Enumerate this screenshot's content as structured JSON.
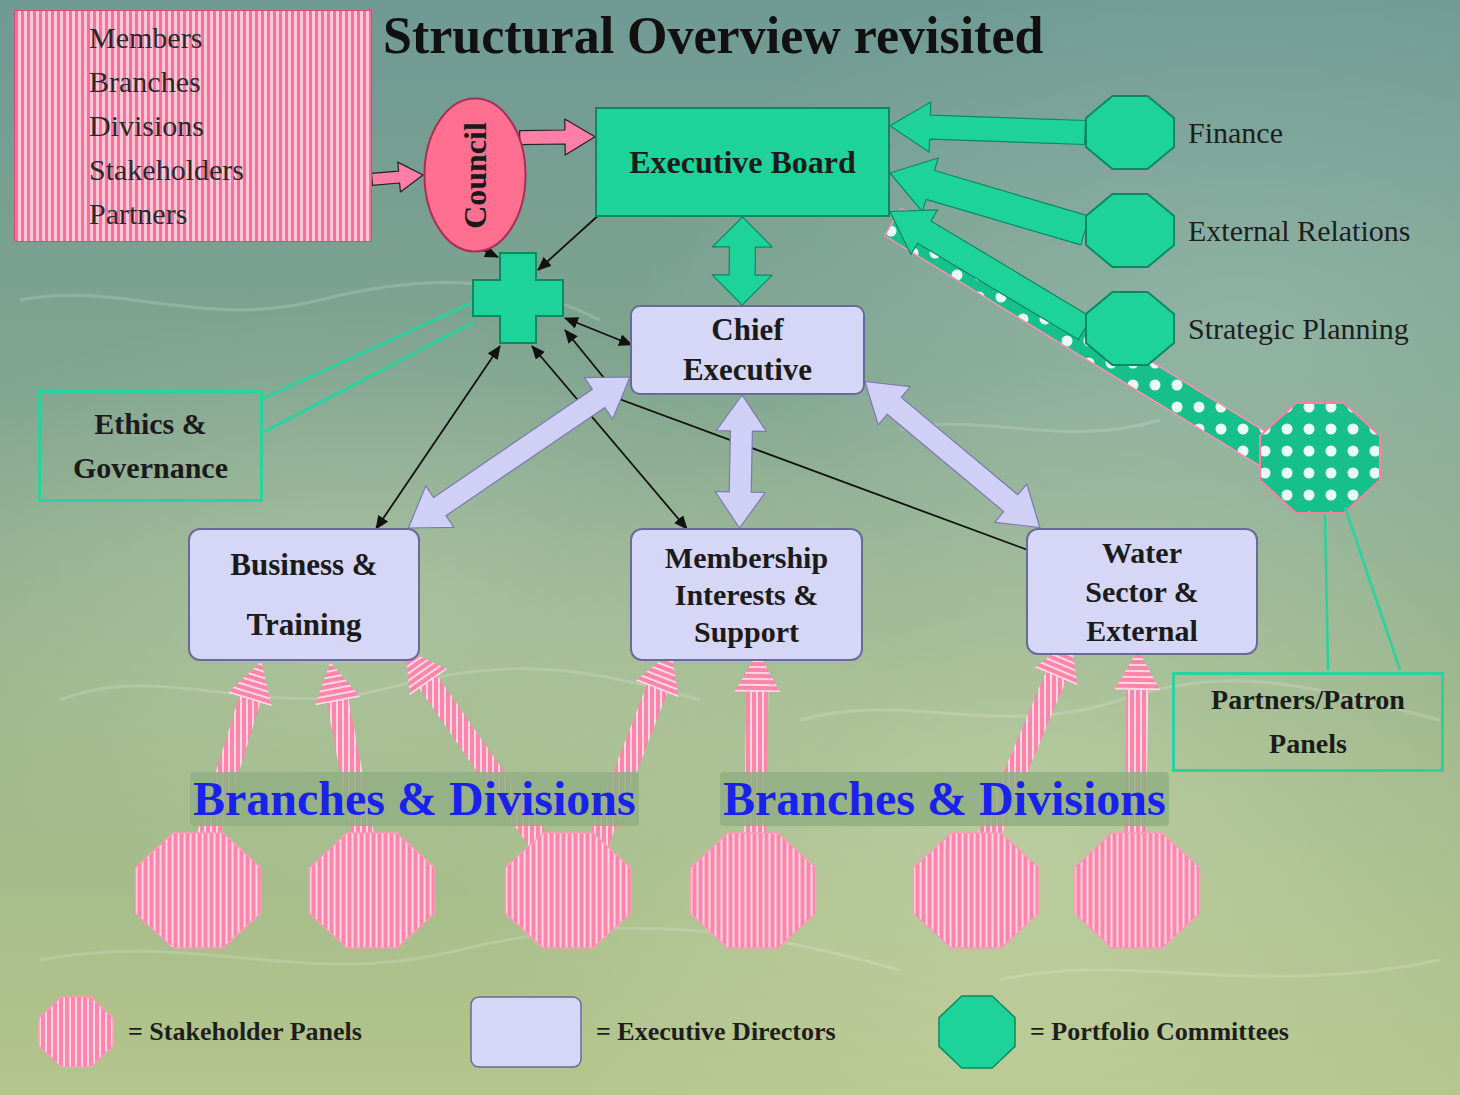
{
  "diagram": {
    "title": "Structural Overview revisited",
    "nodes": [
      {
        "text": [
          "Members",
          "Branches",
          "Divisions",
          "Stakeholders",
          "Partners"
        ]
      },
      {
        "text": [
          "Council"
        ]
      },
      {
        "text": [
          "Executive Board"
        ]
      },
      {
        "text": [
          "Finance"
        ]
      },
      {
        "text": [
          "External Relations"
        ]
      },
      {
        "text": [
          "Strategic Planning"
        ]
      },
      {
        "text": [
          "Ethics & Governance"
        ]
      },
      {
        "text": [
          "Chief Executive"
        ]
      },
      {
        "text": [
          "Business & Training"
        ]
      },
      {
        "text": [
          "Membership Interests & Support"
        ]
      },
      {
        "text": [
          "Water Sector & External"
        ]
      },
      {
        "text": [
          "Partners/Patron Panels"
        ]
      }
    ],
    "edges": [
      {
        "from": 0,
        "to": 1,
        "arrow": "to"
      },
      {
        "from": 1,
        "to": 2,
        "arrow": "to"
      },
      {
        "from": 3,
        "to": 2,
        "arrow": "to"
      },
      {
        "from": 4,
        "to": 2,
        "arrow": "to"
      },
      {
        "from": 5,
        "to": 2,
        "arrow": "to"
      },
      {
        "from": 2,
        "to": 7,
        "arrow": "both"
      },
      {
        "from": 7,
        "to": 8,
        "arrow": "both"
      },
      {
        "from": 7,
        "to": 9,
        "arrow": "both"
      },
      {
        "from": 7,
        "to": 10,
        "arrow": "both"
      }
    ],
    "labels": [
      "Branches & Divisions",
      "Branches & Divisions"
    ],
    "legend": [
      {
        "text": "= Stakeholder Panels"
      },
      {
        "text": "= Executive Directors",
        "color": "#d6d6f6"
      },
      {
        "text": "= Portfolio Committees",
        "color": "#1dd39a"
      }
    ]
  }
}
